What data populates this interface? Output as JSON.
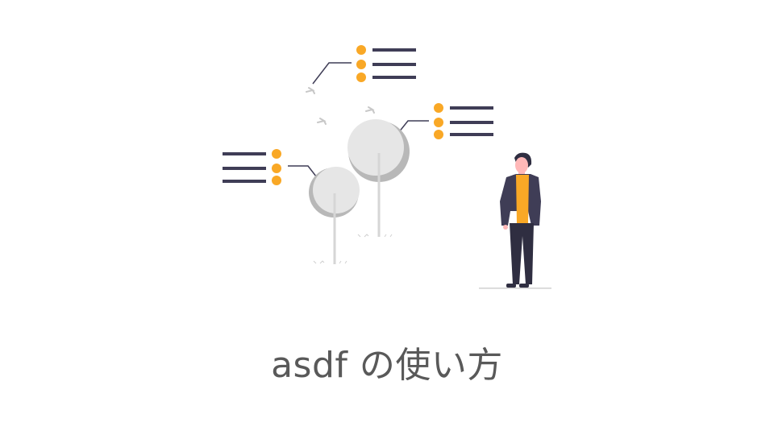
{
  "slide": {
    "title": "asdf の使い方"
  },
  "illustration": {
    "description": "person-standing-near-trees-with-list-callouts",
    "colors": {
      "accent": "#F9A826",
      "dark": "#3F3D56",
      "tree_light": "#E6E6E6",
      "tree_shadow": "#B8B8B8",
      "trunk": "#D6D6D6",
      "skin": "#FFB8B8",
      "ground": "#D0D0D0"
    },
    "callouts": [
      {
        "name": "top-list",
        "items": 3
      },
      {
        "name": "right-list",
        "items": 3
      },
      {
        "name": "left-list",
        "items": 3
      }
    ]
  }
}
